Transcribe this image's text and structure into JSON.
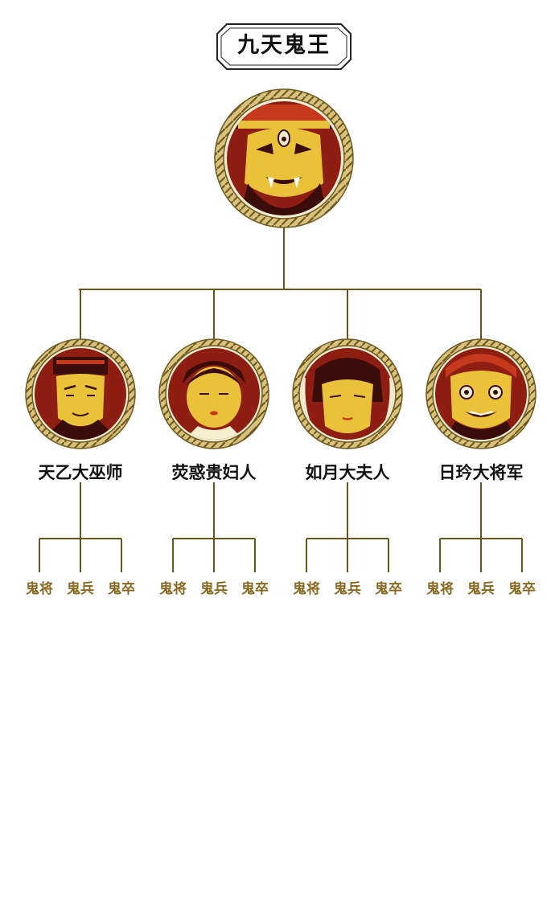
{
  "title": "九天鬼王",
  "king": {
    "portrait": "demon-king-portrait-icon"
  },
  "members": [
    {
      "name": "天乙大巫师",
      "portrait": "shaman-portrait-icon",
      "subs": [
        "鬼将",
        "鬼兵",
        "鬼卒"
      ]
    },
    {
      "name": "荧惑贵妇人",
      "portrait": "noblewoman-portrait-icon",
      "subs": [
        "鬼将",
        "鬼兵",
        "鬼卒"
      ]
    },
    {
      "name": "如月大夫人",
      "portrait": "lady-portrait-icon",
      "subs": [
        "鬼将",
        "鬼兵",
        "鬼卒"
      ]
    },
    {
      "name": "日玪大将军",
      "portrait": "general-portrait-icon",
      "subs": [
        "鬼将",
        "鬼兵",
        "鬼卒"
      ]
    }
  ],
  "colors": {
    "line": "#6b5418",
    "sub_text": "#8a6a22",
    "frame_gold": "#c9b26a",
    "portrait_red": "#8e1e12",
    "portrait_dark": "#3b0d0a",
    "portrait_yellow": "#e9c23a"
  }
}
